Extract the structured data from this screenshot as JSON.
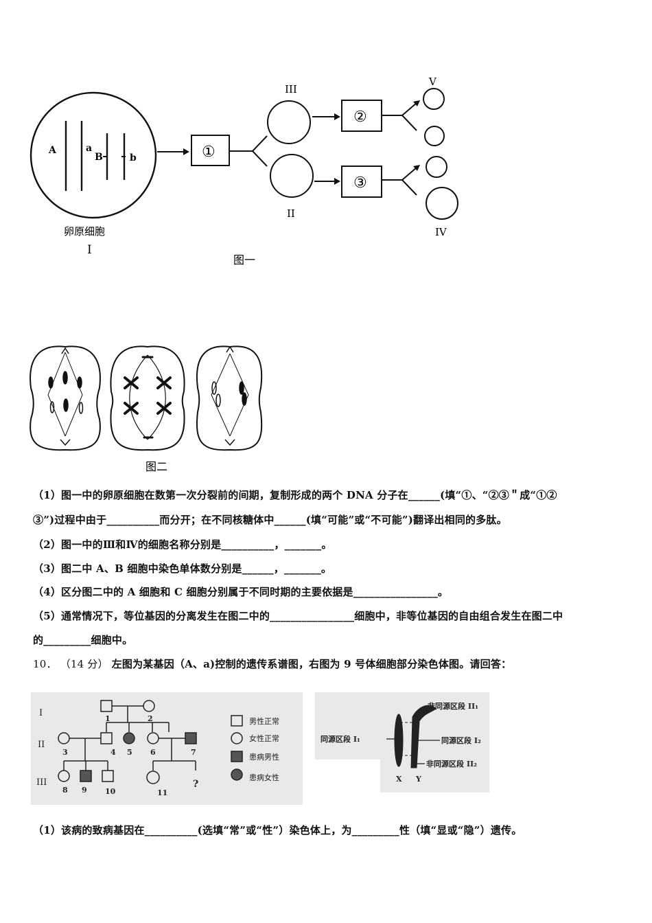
{
  "figure1": {
    "cell_label": "卵原细胞",
    "cell_numeral": "I",
    "chrom_labels": [
      "A",
      "a",
      "B",
      "b"
    ],
    "step_labels": [
      "①",
      "②",
      "③"
    ],
    "numerals": {
      "III": "III",
      "II": "II",
      "V": "V",
      "IV": "IV"
    },
    "caption": "图一"
  },
  "figure2": {
    "caption": "图二"
  },
  "questions9": [
    "（1）图一中的卵原细胞在数第一次分裂前的间期，复制形成的两个 DNA 分子在______(填“①、“②③＂成“①②",
    "③”)过程中由于__________而分开；在不同核糖体中______(填“可能”或“不可能”)翻译出相同的多肽。",
    "（2）图一中的Ⅲ和Ⅳ的细胞名称分别是__________，_______。",
    "（3）图二中 A、B 细胞中染色单体数分别是______，_______。",
    "（4）区分图二中的 A 细胞和 C 细胞分别属于不同时期的主要依据是________________。",
    "（5）通常情况下，等位基因的分离发生在图二中的________________细胞中，非等位基因的自由组合发生在图二中",
    "的_________细胞中。"
  ],
  "q10": {
    "number": "10．",
    "score": "（14 分）",
    "text": "左图为某基因（A、a)控制的遗传系谱图，右图为 9 号体细胞部分染色体图。请回答："
  },
  "pedigree": {
    "generations": [
      "I",
      "II",
      "III"
    ],
    "numbers": [
      "1",
      "2",
      "3",
      "4",
      "5",
      "6",
      "7",
      "8",
      "9",
      "10",
      "11",
      "?"
    ],
    "legend": [
      "男性正常",
      "女性正常",
      "患病男性",
      "患病女性"
    ]
  },
  "chromosome_fig": {
    "label_left": "同源区段 I₁",
    "label_top": "非同源区段 II₁",
    "label_mid": "同源区段 I₂",
    "label_bottom": "非同源区段 II₂",
    "x_label": "X",
    "y_label": "Y"
  },
  "q10_sub1": "（1）该病的致病基因在__________(选填“常”或“性”）染色体上，为_________性（填“显或“隐”）遗传。"
}
